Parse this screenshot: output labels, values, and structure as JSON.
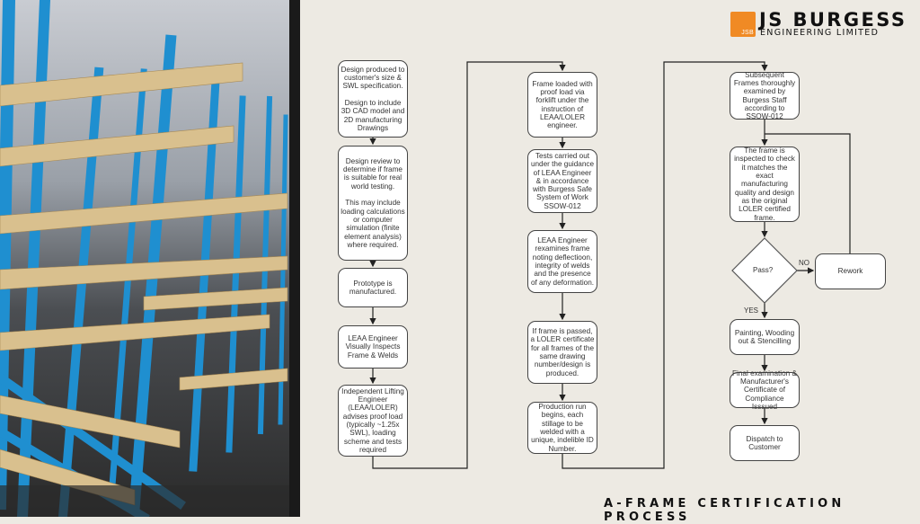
{
  "logo": {
    "mark": "JSB",
    "name": "JS BURGESS",
    "subtitle": "ENGINEERING LIMITED",
    "color": "#f08a24"
  },
  "title": "A-FRAME CERTIFICATION PROCESS",
  "steps": {
    "s1": "Design produced to customer's size & SWL specification.\n\nDesign to include 3D CAD model and 2D manufacturing Drawings",
    "s2": "Design review to determine if frame is suitable for real world testing.\n\nThis may include loading calculations or computer simulation (finite element analysis) where required.",
    "s3": "Prototype is manufactured.",
    "s4": "LEAA Engineer Visually Inspects Frame & Welds",
    "s5": "Independent Lifting Engineer (LEAA/LOLER) advises proof load (typically ~1.25x SWL), loading scheme and tests required",
    "s6": "Frame loaded with proof load via forklift under the instruction of LEAA/LOLER engineer.",
    "s7": "Tests carried out under the guidance of LEAA Engineer & in accordance with Burgess Safe System of Work SSOW-012",
    "s8": "LEAA Engineer rexamines frame noting deflectioon, integrity of welds and the presence of any deformation.",
    "s9": "If frame is passed, a LOLER certificate for all frames of the same drawing number/design is produced.",
    "s10": "Production run begins, each stillage to be welded with a unique, indelible ID Number.",
    "s11": "Subsequent Frames thoroughly examined by Burgess Staff according to SSOW-012",
    "s12": "The frame is inspected to check it matches the exact manufacturing quality and design as the original LOLER certified frame.",
    "decision": "Pass?",
    "rework": "Rework",
    "s13": "Painting, Wooding out & Stencilling",
    "s14": "Final examination & Manufacturer's Certificate of Compliance Isssued",
    "s15": "Dispatch to Customer"
  },
  "labels": {
    "no": "NO",
    "yes": "YES"
  }
}
